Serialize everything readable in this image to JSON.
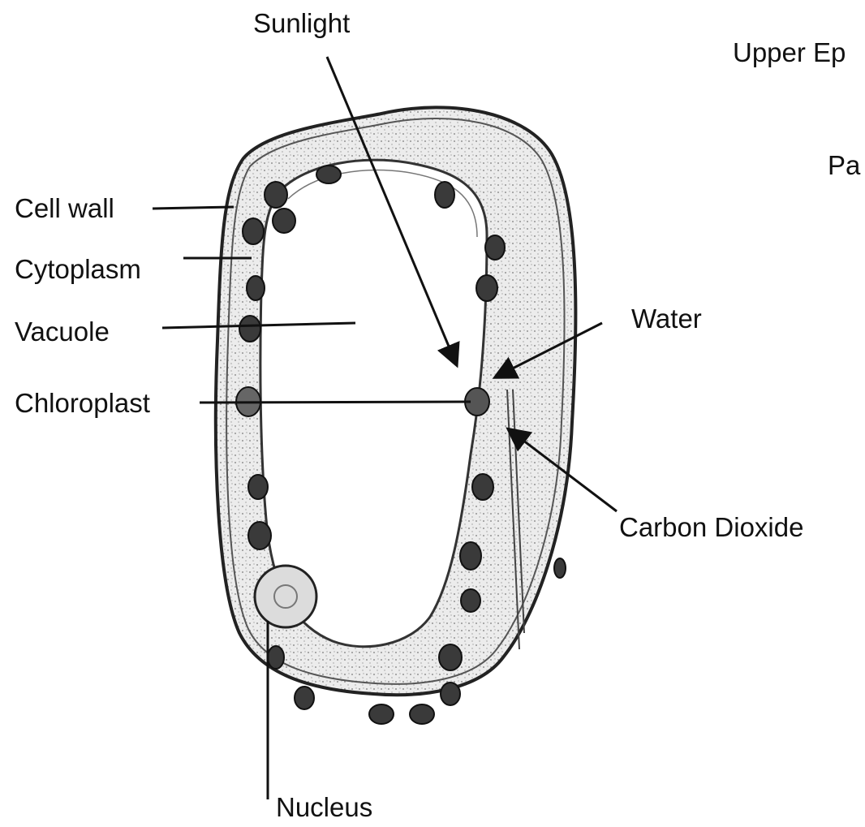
{
  "labels": {
    "sunlight": "Sunlight",
    "upper_ep": "Upper Ep",
    "pa": "Pa",
    "cell_wall": "Cell wall",
    "cytoplasm": "Cytoplasm",
    "vacuole": "Vacuole",
    "water": "Water",
    "chloroplast": "Chloroplast",
    "carbon_dioxide": "Carbon Dioxide",
    "nucleus": "Nucleus"
  },
  "colors": {
    "ink": "#111111",
    "cell_outline": "#222222",
    "cytoplasm_fill": "#e4e4e4",
    "chloroplast_fill": "#3a3a3a",
    "background": "#ffffff"
  }
}
